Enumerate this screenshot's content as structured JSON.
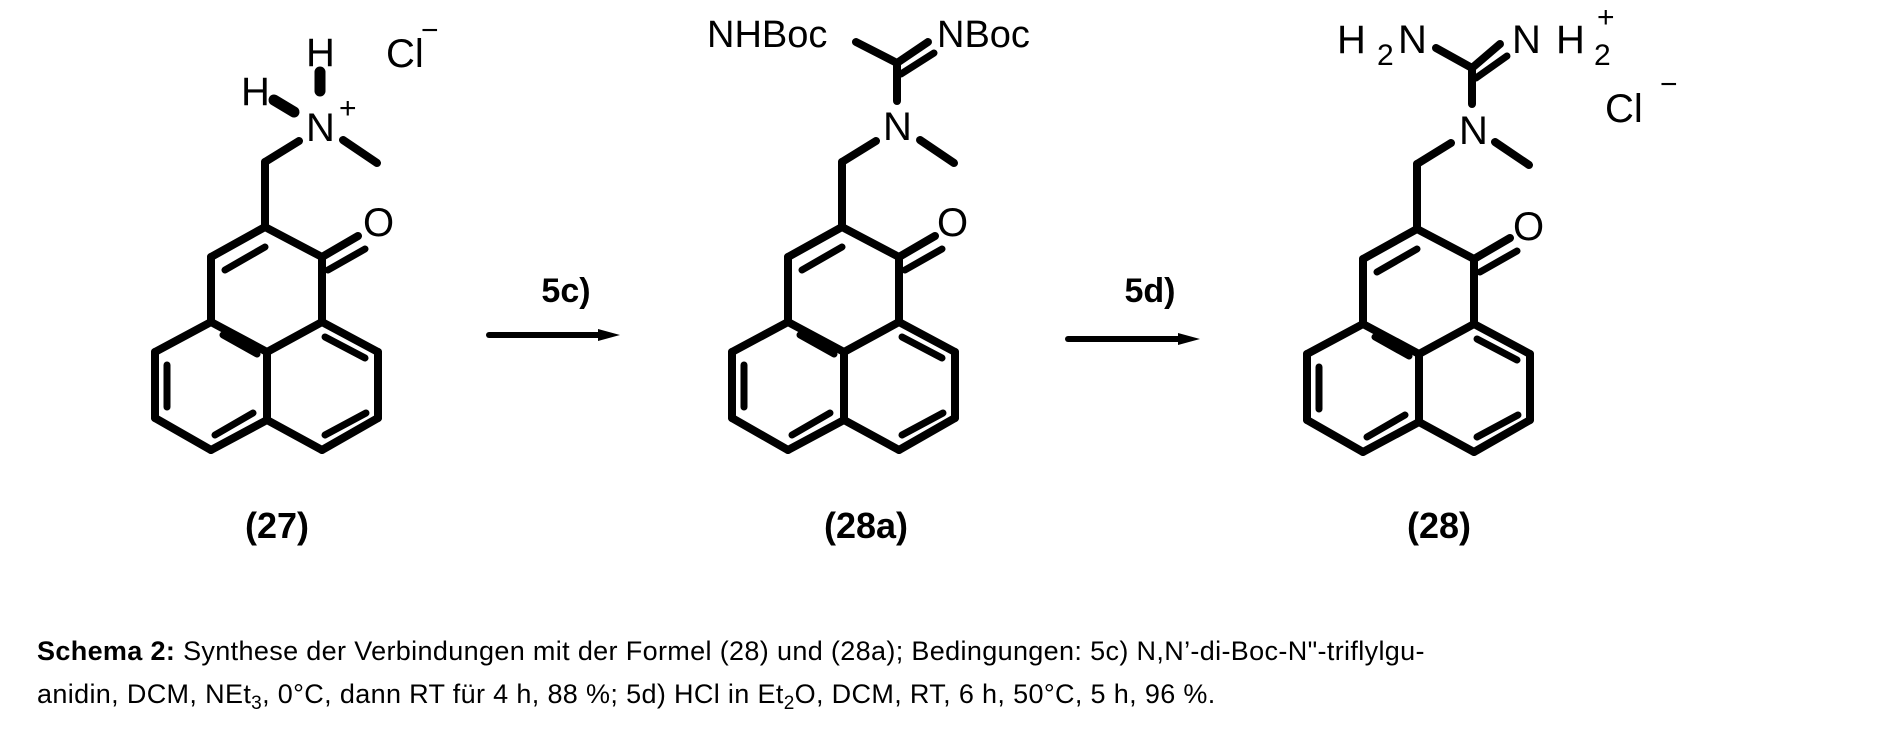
{
  "scheme": {
    "title": "Schema 2",
    "compounds": [
      {
        "id": "27",
        "label": "(27)",
        "ammonium": {
          "h_top": "H",
          "h_left": "H",
          "n": "N",
          "charge": "+"
        },
        "counterion": {
          "symbol": "Cl",
          "charge": "−"
        },
        "carbonyl_o": "O"
      },
      {
        "id": "28a",
        "label": "(28a)",
        "guanidine": {
          "left_group": "NHBoc",
          "right_group": "NBoc",
          "n": "N"
        },
        "carbonyl_o": "O"
      },
      {
        "id": "28",
        "label": "(28)",
        "guanidine": {
          "left_h": "H",
          "left_sub": "2",
          "left_n": "N",
          "right_n": "N",
          "right_h": "H",
          "right_sub": "2",
          "right_charge": "+",
          "n": "N"
        },
        "counterion": {
          "symbol": "Cl",
          "charge": "−"
        },
        "carbonyl_o": "O"
      }
    ],
    "reactions": [
      {
        "step": "5c)",
        "from": "27",
        "to": "28a"
      },
      {
        "step": "5d)",
        "from": "28a",
        "to": "28"
      }
    ]
  },
  "caption": {
    "lead": "Schema 2:",
    "line1_text": " Synthese der Verbindungen mit der Formel (28) und (28a); Bedingungen: 5c) N,N’-di-Boc-N\"-triflylgu-",
    "line2_a": "anidin, DCM, NEt",
    "line2_sub1": "3",
    "line2_b": ", 0°C, dann RT für 4 h, 88 %; 5d) HCl in Et",
    "line2_sub2": "2",
    "line2_c": "O, DCM, RT, 6 h, 50°C, 5 h, 96 %."
  }
}
